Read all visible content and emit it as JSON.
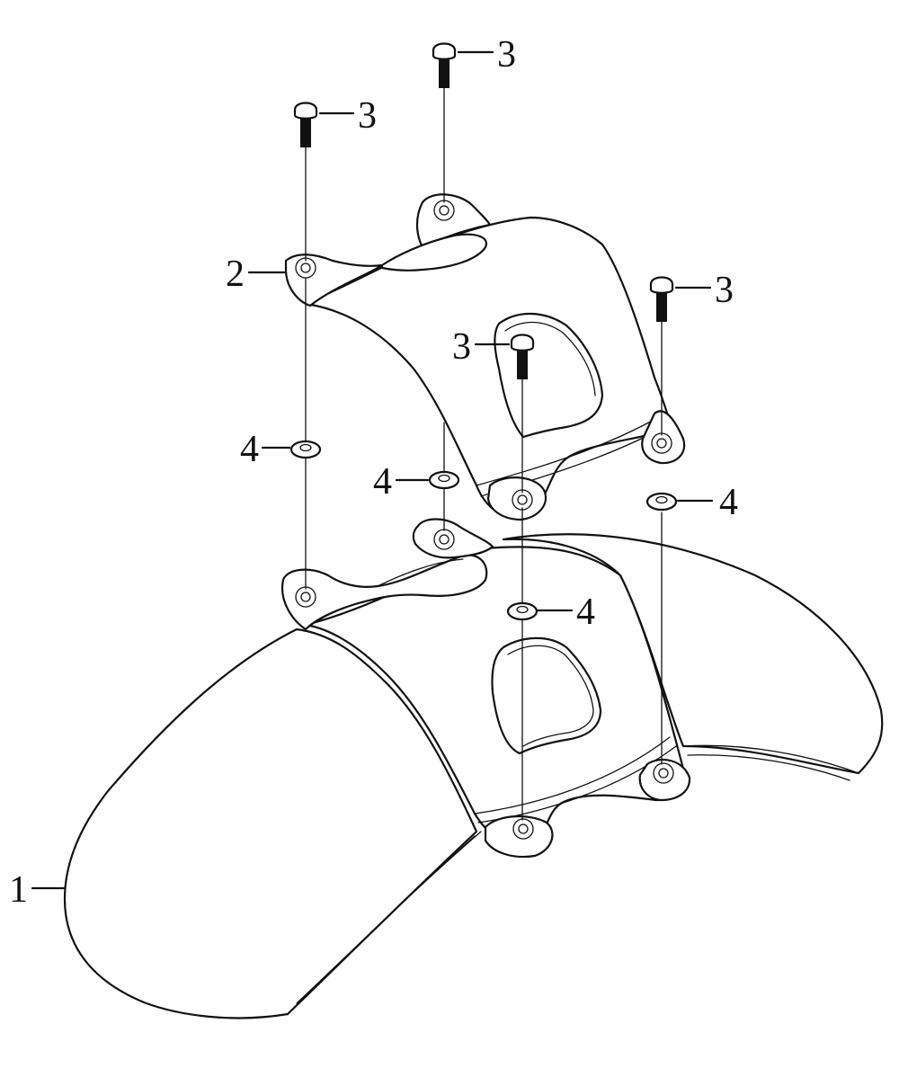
{
  "diagram": {
    "callouts": {
      "fender": "1",
      "bracket": "2",
      "screw_top_center": "3",
      "screw_top_left": "3",
      "screw_right": "3",
      "screw_center": "3",
      "washer_left": "4",
      "washer_center_left": "4",
      "washer_right": "4",
      "washer_center": "4"
    }
  }
}
